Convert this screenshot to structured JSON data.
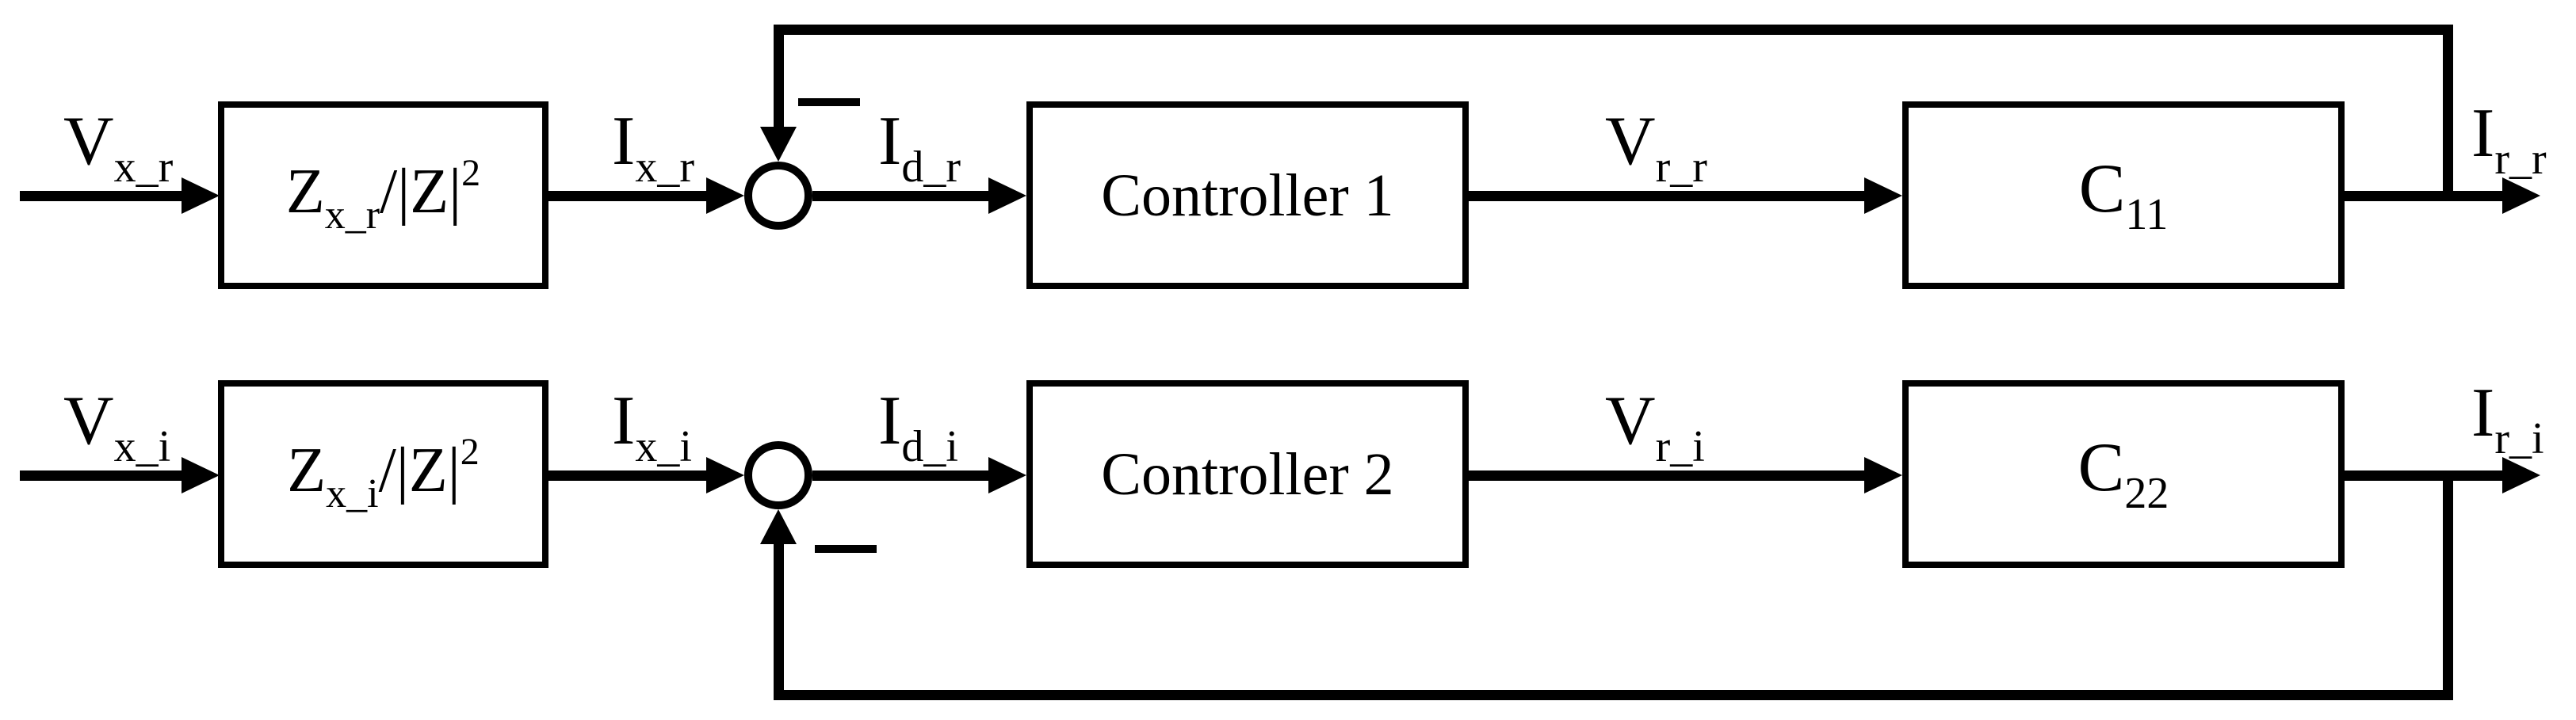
{
  "diagram": {
    "title": "dual-loop impedance control block diagram",
    "background_color": "#ffffff",
    "line_color": "#000000",
    "rows": 2
  },
  "signals": {
    "vxr": {
      "main": "V",
      "sub": "x_r"
    },
    "ixr": {
      "main": "I",
      "sub": "x_r"
    },
    "idr": {
      "main": "I",
      "sub": "d_r"
    },
    "vrr": {
      "main": "V",
      "sub": "r_r"
    },
    "irr": {
      "main": "I",
      "sub": "r_r"
    },
    "vxi": {
      "main": "V",
      "sub": "x_i"
    },
    "ixi": {
      "main": "I",
      "sub": "x_i"
    },
    "idi": {
      "main": "I",
      "sub": "d_i"
    },
    "vri": {
      "main": "V",
      "sub": "r_i"
    },
    "iri": {
      "main": "I",
      "sub": "r_i"
    }
  },
  "blocks": {
    "z1": {
      "main": "Z",
      "sub": "x_r",
      "mid": "/|Z|",
      "sup": "2"
    },
    "z2": {
      "main": "Z",
      "sub": "x_i",
      "mid": "/|Z|",
      "sup": "2"
    },
    "controller1": {
      "label": "Controller 1"
    },
    "controller2": {
      "label": "Controller 2"
    },
    "c11": {
      "main": "C",
      "sub": "11"
    },
    "c22": {
      "main": "C",
      "sub": "22"
    }
  },
  "junctions": {
    "sum_top": {
      "type": "summing-junction",
      "feedback_sign": "minus",
      "feedback_from": "irr"
    },
    "sum_bottom": {
      "type": "summing-junction",
      "feedback_sign": "minus",
      "feedback_from": "iri"
    }
  }
}
